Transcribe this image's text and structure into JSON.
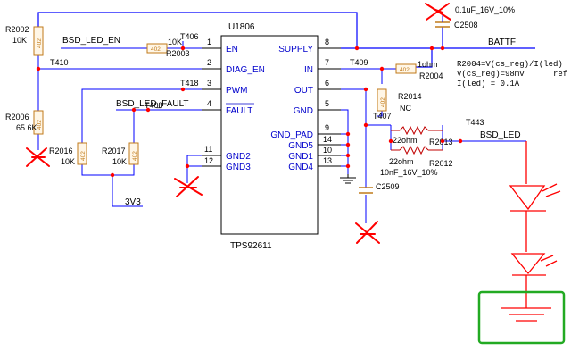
{
  "chip": {
    "refdes": "U1806",
    "part": "TPS92611",
    "left_pins": [
      {
        "num": "1",
        "name": "EN"
      },
      {
        "num": "2",
        "name": "DIAG_EN"
      },
      {
        "num": "3",
        "name": "PWM"
      },
      {
        "num": "4",
        "name": "FAULT"
      },
      {
        "num": "11",
        "name": "GND2"
      },
      {
        "num": "12",
        "name": "GND3"
      }
    ],
    "right_pins": [
      {
        "num": "8",
        "name": "SUPPLY"
      },
      {
        "num": "7",
        "name": "IN"
      },
      {
        "num": "6",
        "name": "OUT"
      },
      {
        "num": "5",
        "name": "GND"
      },
      {
        "num": "9",
        "name": "GND_PAD"
      },
      {
        "num": "14",
        "name": "GND5"
      },
      {
        "num": "10",
        "name": "GND1"
      },
      {
        "num": "13",
        "name": "GND4"
      }
    ]
  },
  "nets": {
    "bsd_led_en": "BSD_LED_EN",
    "bsd_led_fault": "BSD_LED_FAULT",
    "battf": "BATTF",
    "bsd_led": "BSD_LED",
    "v3v3": "3V3"
  },
  "test_points": {
    "t406": "T406",
    "t410": "T410",
    "t418": "T418",
    "t408": "T408",
    "t409": "T409",
    "t407": "T407",
    "t443": "T443"
  },
  "components": {
    "r2002": {
      "ref": "R2002",
      "value": "10K",
      "body": "402"
    },
    "r2003": {
      "ref": "R2003",
      "value": "10K",
      "body": "402"
    },
    "r2006": {
      "ref": "R2006",
      "value": "65.6K",
      "body": "402"
    },
    "r2016": {
      "ref": "R2016",
      "value": "10K",
      "body": "402"
    },
    "r2017": {
      "ref": "R2017",
      "value": "10K",
      "body": "402"
    },
    "r2004": {
      "ref": "R2004",
      "value": "1ohm",
      "body": "402"
    },
    "r2014": {
      "ref": "R2014",
      "value": "NC",
      "body": "402"
    },
    "r2013": {
      "ref": "R2013",
      "value": "22ohm"
    },
    "r2012": {
      "ref": "R2012",
      "value": "22ohm"
    },
    "c2508": {
      "ref": "C2508",
      "value": "0.1uF_16V_10%"
    },
    "c2509": {
      "ref": "C2509",
      "value": "10nF_16V_10%"
    }
  },
  "notes": [
    "R2004=V(cs_reg)/I(led)",
    "V(cs_reg)=98mv",
    "I(led) = 0.1A",
    "ref"
  ],
  "annotation_colors": {
    "crossout": "#ff0000",
    "highlight_box": "#22aa22",
    "wire": "#0000ff"
  }
}
